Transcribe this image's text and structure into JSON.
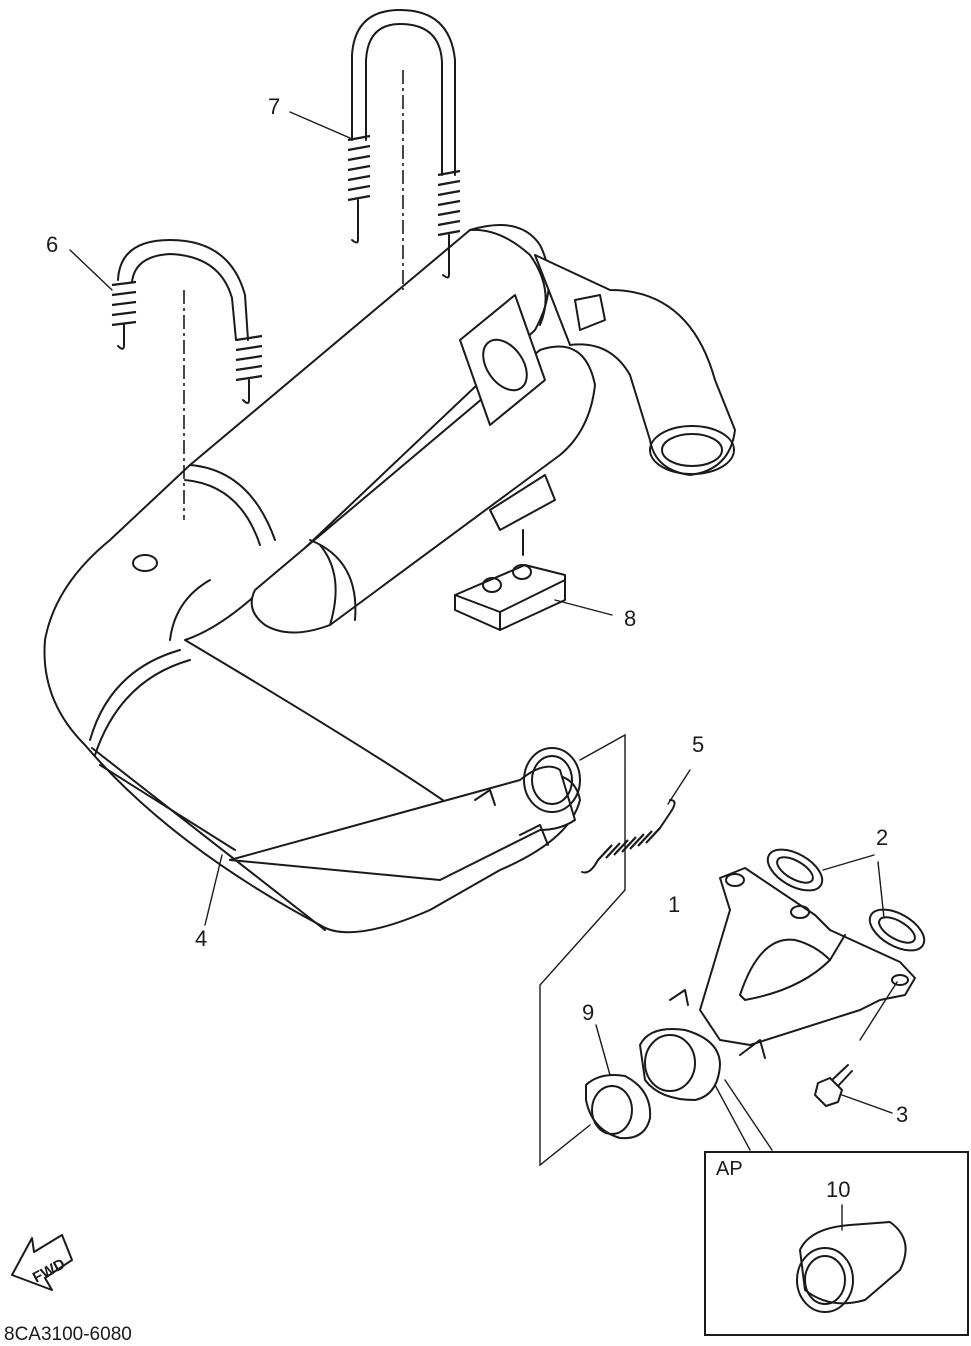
{
  "labels": {
    "p1": "1",
    "p2": "2",
    "p3": "3",
    "p4": "4",
    "p5": "5",
    "p6": "6",
    "p7": "7",
    "p8": "8",
    "p9": "9",
    "p10": "10"
  },
  "detail_box": {
    "label": "AP"
  },
  "fwd_arrow": {
    "text": "FWD",
    "icon": "fwd-arrow-icon"
  },
  "diagram_code": "8CA3100-6080"
}
